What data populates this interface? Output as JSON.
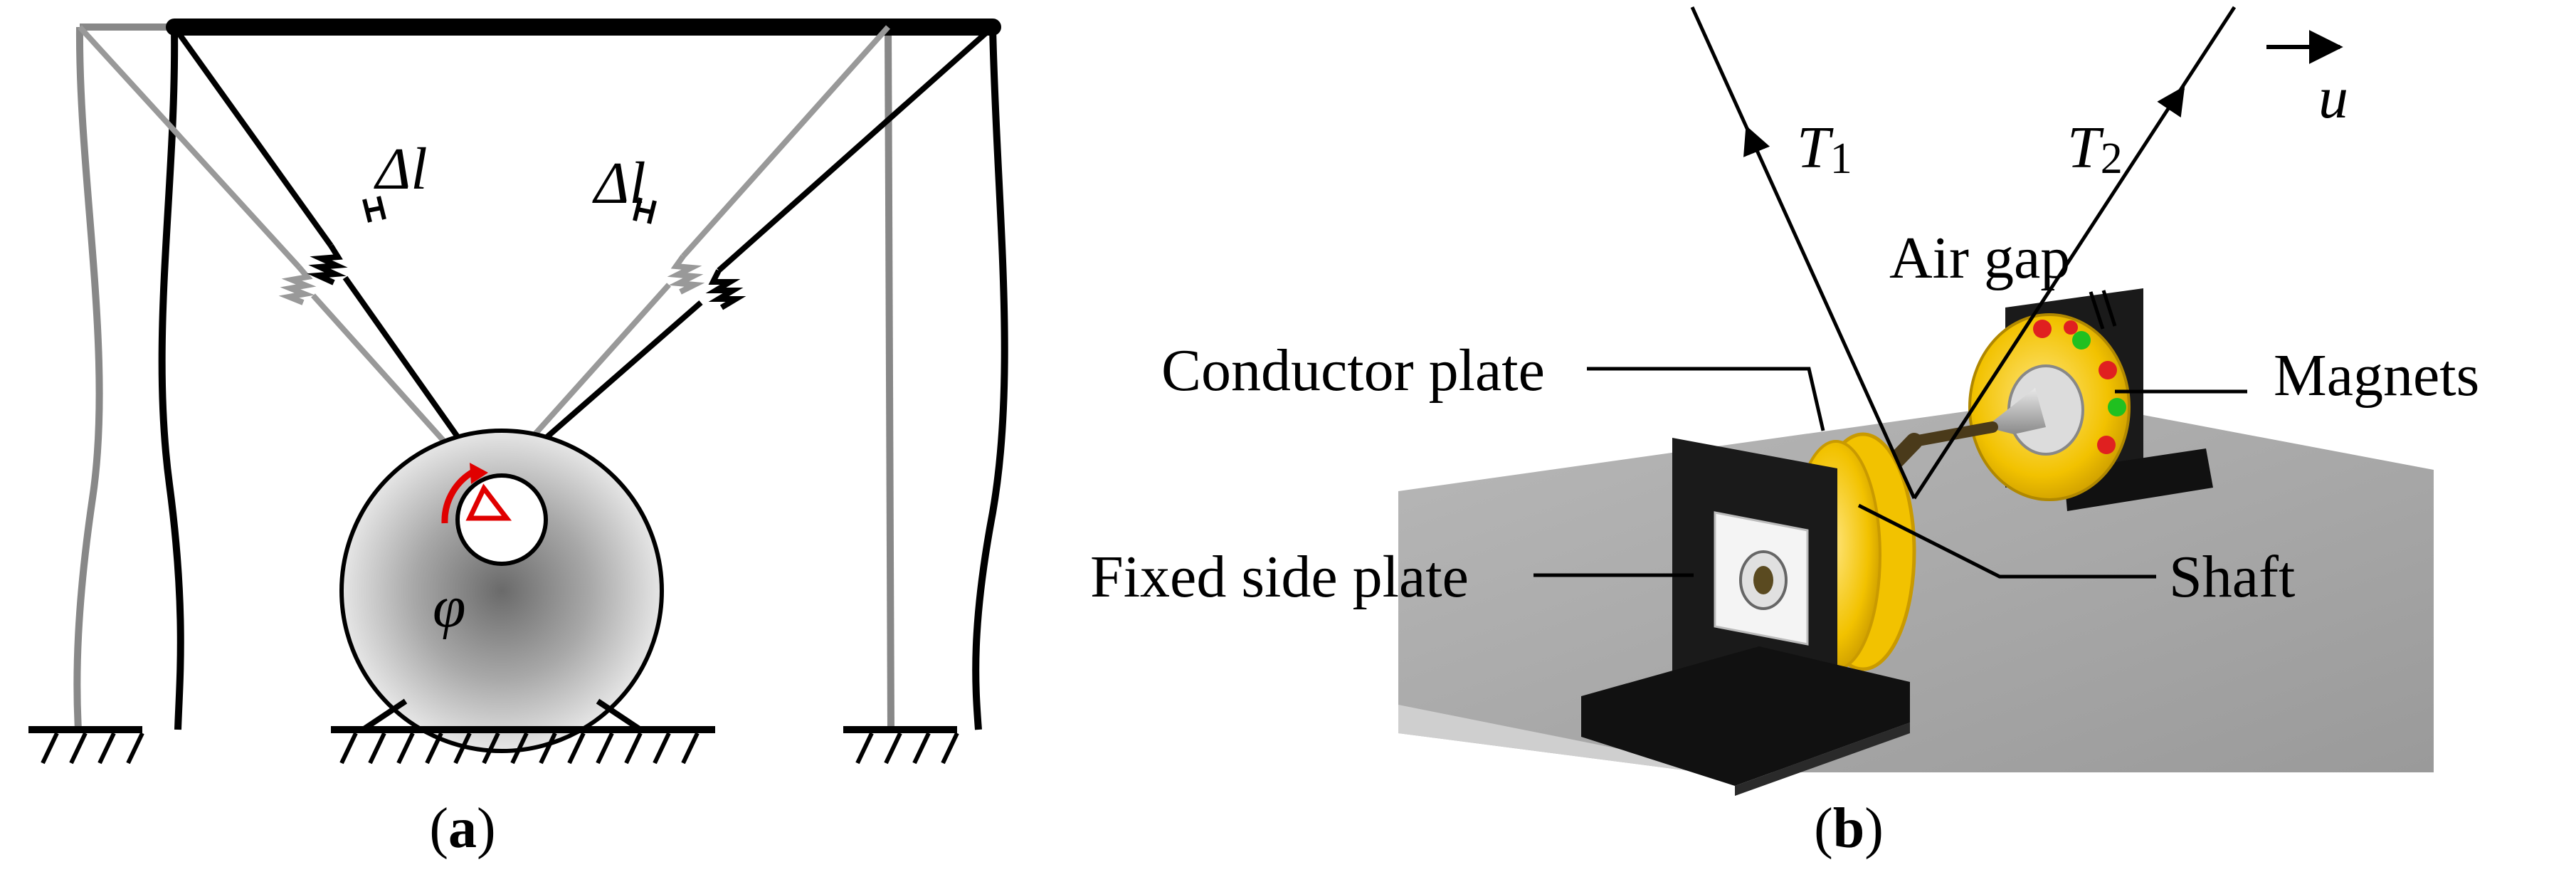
{
  "panel_a": {
    "caption_open": "(",
    "caption_letter": "a",
    "caption_close": ")",
    "delta_left": "Δl",
    "delta_right": "Δl",
    "angle_symbol": "φ",
    "colors": {
      "frame_dark": "#000000",
      "frame_light": "#888888",
      "arrow": "#e00000"
    }
  },
  "panel_b": {
    "caption_open": "(",
    "caption_letter": "b",
    "caption_close": ")",
    "tension_1_symbol": "T",
    "tension_1_sub": "1",
    "tension_2_symbol": "T",
    "tension_2_sub": "2",
    "velocity_symbol": "u",
    "label_air_gap": "Air gap",
    "label_conductor_plate": "Conductor plate",
    "label_magnets": "Magnets",
    "label_fixed_side_plate": "Fixed side plate",
    "label_shaft": "Shaft",
    "colors": {
      "conductor": "#f2c200",
      "plate": "#1a1a1a",
      "table": "#a8a8a8",
      "magnet_red": "#e02020",
      "magnet_green": "#20c020"
    }
  }
}
